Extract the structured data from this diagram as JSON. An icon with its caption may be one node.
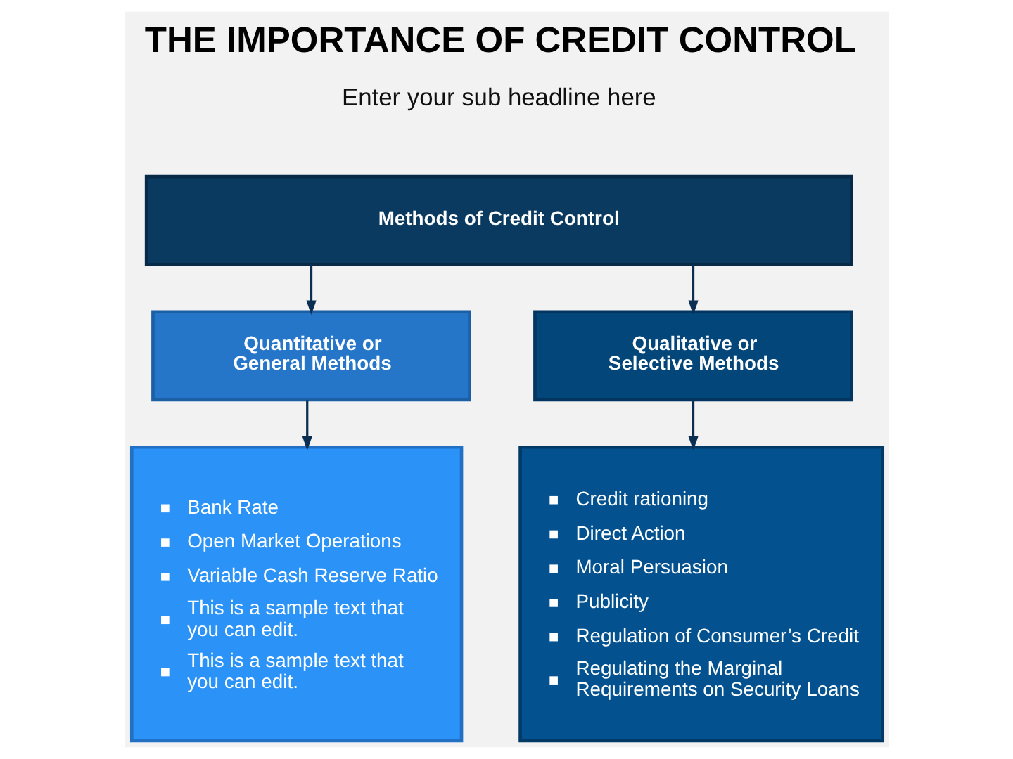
{
  "diagram": {
    "title": "THE IMPORTANCE OF CREDIT CONTROL",
    "nodes": [
      {
        "text": [
          "Methods of Credit Control"
        ]
      },
      {
        "text": [
          "Quantitative or General Methods"
        ]
      },
      {
        "text": [
          "Qualitative or Selective Methods"
        ]
      },
      {
        "text": [
          "Bank Rate",
          "Open Market Operations",
          "Variable Cash Reserve Ratio",
          "This is a sample text that you can edit.",
          "This is a sample text that you can edit."
        ]
      },
      {
        "text": [
          "Credit rationing",
          "Direct Action",
          "Moral Persuasion",
          "Publicity",
          "Regulation of Consumer’s Credit",
          "Regulating the Marginal Requirements on Security Loans"
        ]
      }
    ],
    "edges": [
      {
        "from": 0,
        "to": 1,
        "arrow": "to"
      },
      {
        "from": 0,
        "to": 2,
        "arrow": "to"
      },
      {
        "from": 1,
        "to": 3,
        "arrow": "to"
      },
      {
        "from": 2,
        "to": 4,
        "arrow": "to"
      }
    ],
    "labels": [
      "Enter your sub headline here"
    ]
  }
}
